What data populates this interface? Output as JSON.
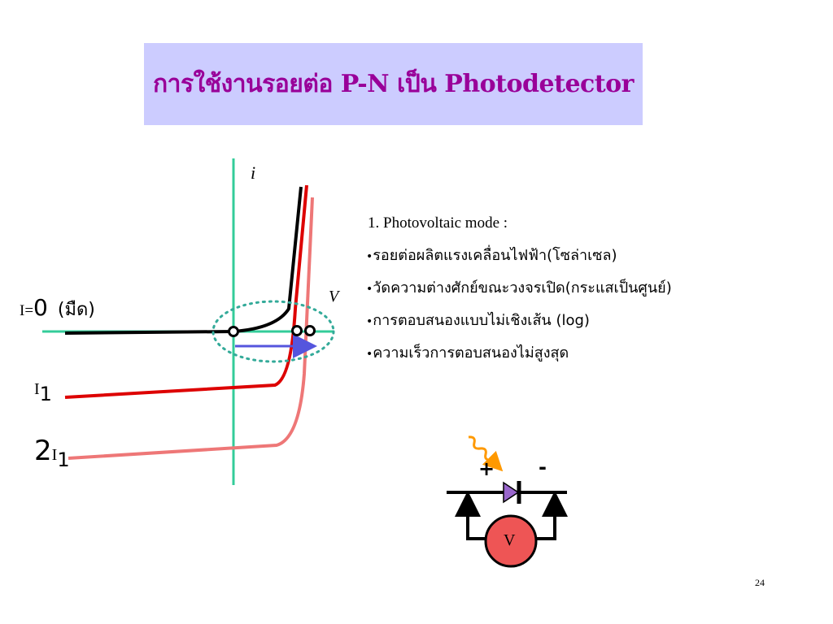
{
  "title": "การใช้งานรอยต่อ P-N เป็น Photodetector",
  "axes": {
    "i_label": "i",
    "v_label": "V"
  },
  "curve_labels": {
    "dark_prefix": "I=",
    "dark_value": "0",
    "dark_note": "(มืด)",
    "i1_sym": "I",
    "i1_sub": "1",
    "i2_coef": "2",
    "i2_sym": "I",
    "i2_sub": "1"
  },
  "mode": {
    "title": "1.  Photovoltaic mode :",
    "bullets": [
      "รอยต่อผลิตแรงเคลื่อนไฟฟ้า(โซล่าเซล)",
      "วัดความต่างศักย์ขณะวงจรเปิด(กระแสเป็นศูนย์)",
      "การตอบสนองแบบไม่เชิงเส้น  (log)",
      "ความเร็วการตอบสนองไม่สูงสุด"
    ]
  },
  "circuit": {
    "plus": "+",
    "minus": "-",
    "meter": "V"
  },
  "page_number": "24",
  "colors": {
    "title_bg": "#ccccff",
    "title_text": "#990099",
    "axis": "#33cc99",
    "curve_dark": "#000000",
    "curve_i1": "#dd0000",
    "curve_2i1": "#ee7777",
    "arrow": "#5555dd",
    "ellipse": "#33aa99",
    "meter_fill": "#ee5555",
    "diode": "#9966cc",
    "light": "#ff9900"
  }
}
